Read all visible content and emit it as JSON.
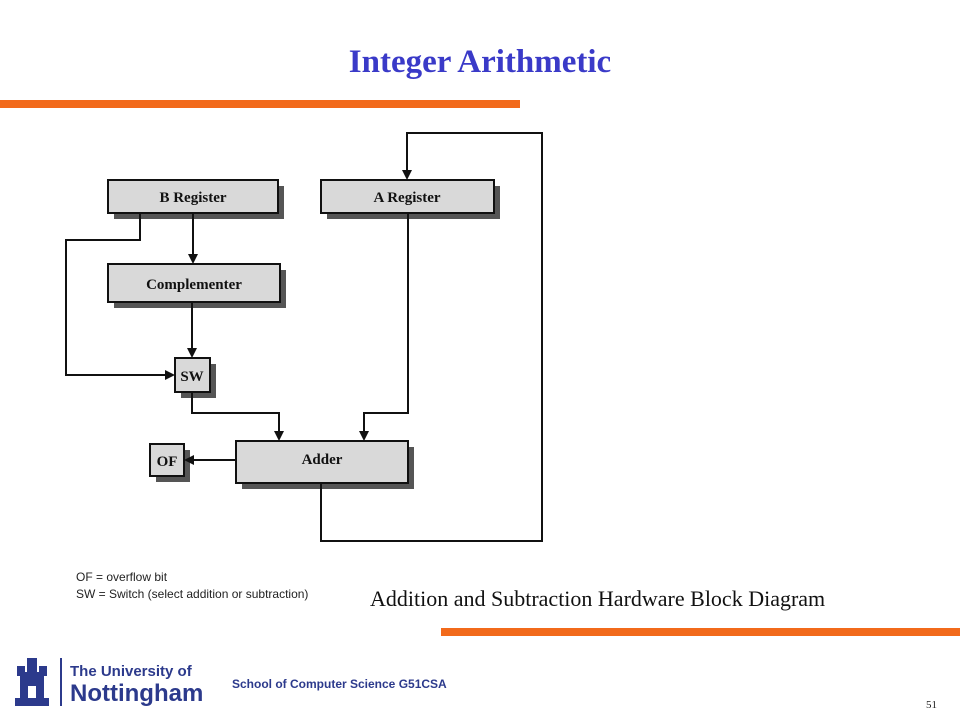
{
  "slide": {
    "title": "Integer Arithmetic",
    "caption": "Addition and Subtraction Hardware Block Diagram",
    "footer": "School of Computer Science G51CSA",
    "page_number": "51"
  },
  "logo": {
    "line1": "The University of",
    "line2": "Nottingham"
  },
  "diagram": {
    "blocks": {
      "b_register": "B Register",
      "a_register": "A Register",
      "complementer": "Complementer",
      "sw": "SW",
      "adder": "Adder",
      "of": "OF"
    },
    "legend": [
      "OF = overflow bit",
      "SW = Switch (select addition or subtraction)"
    ]
  },
  "colors": {
    "title": "#3a3ac8",
    "accent_bar": "#f26a1b",
    "block_fill": "#d9d9d9",
    "footer": "#2c3a8c"
  }
}
